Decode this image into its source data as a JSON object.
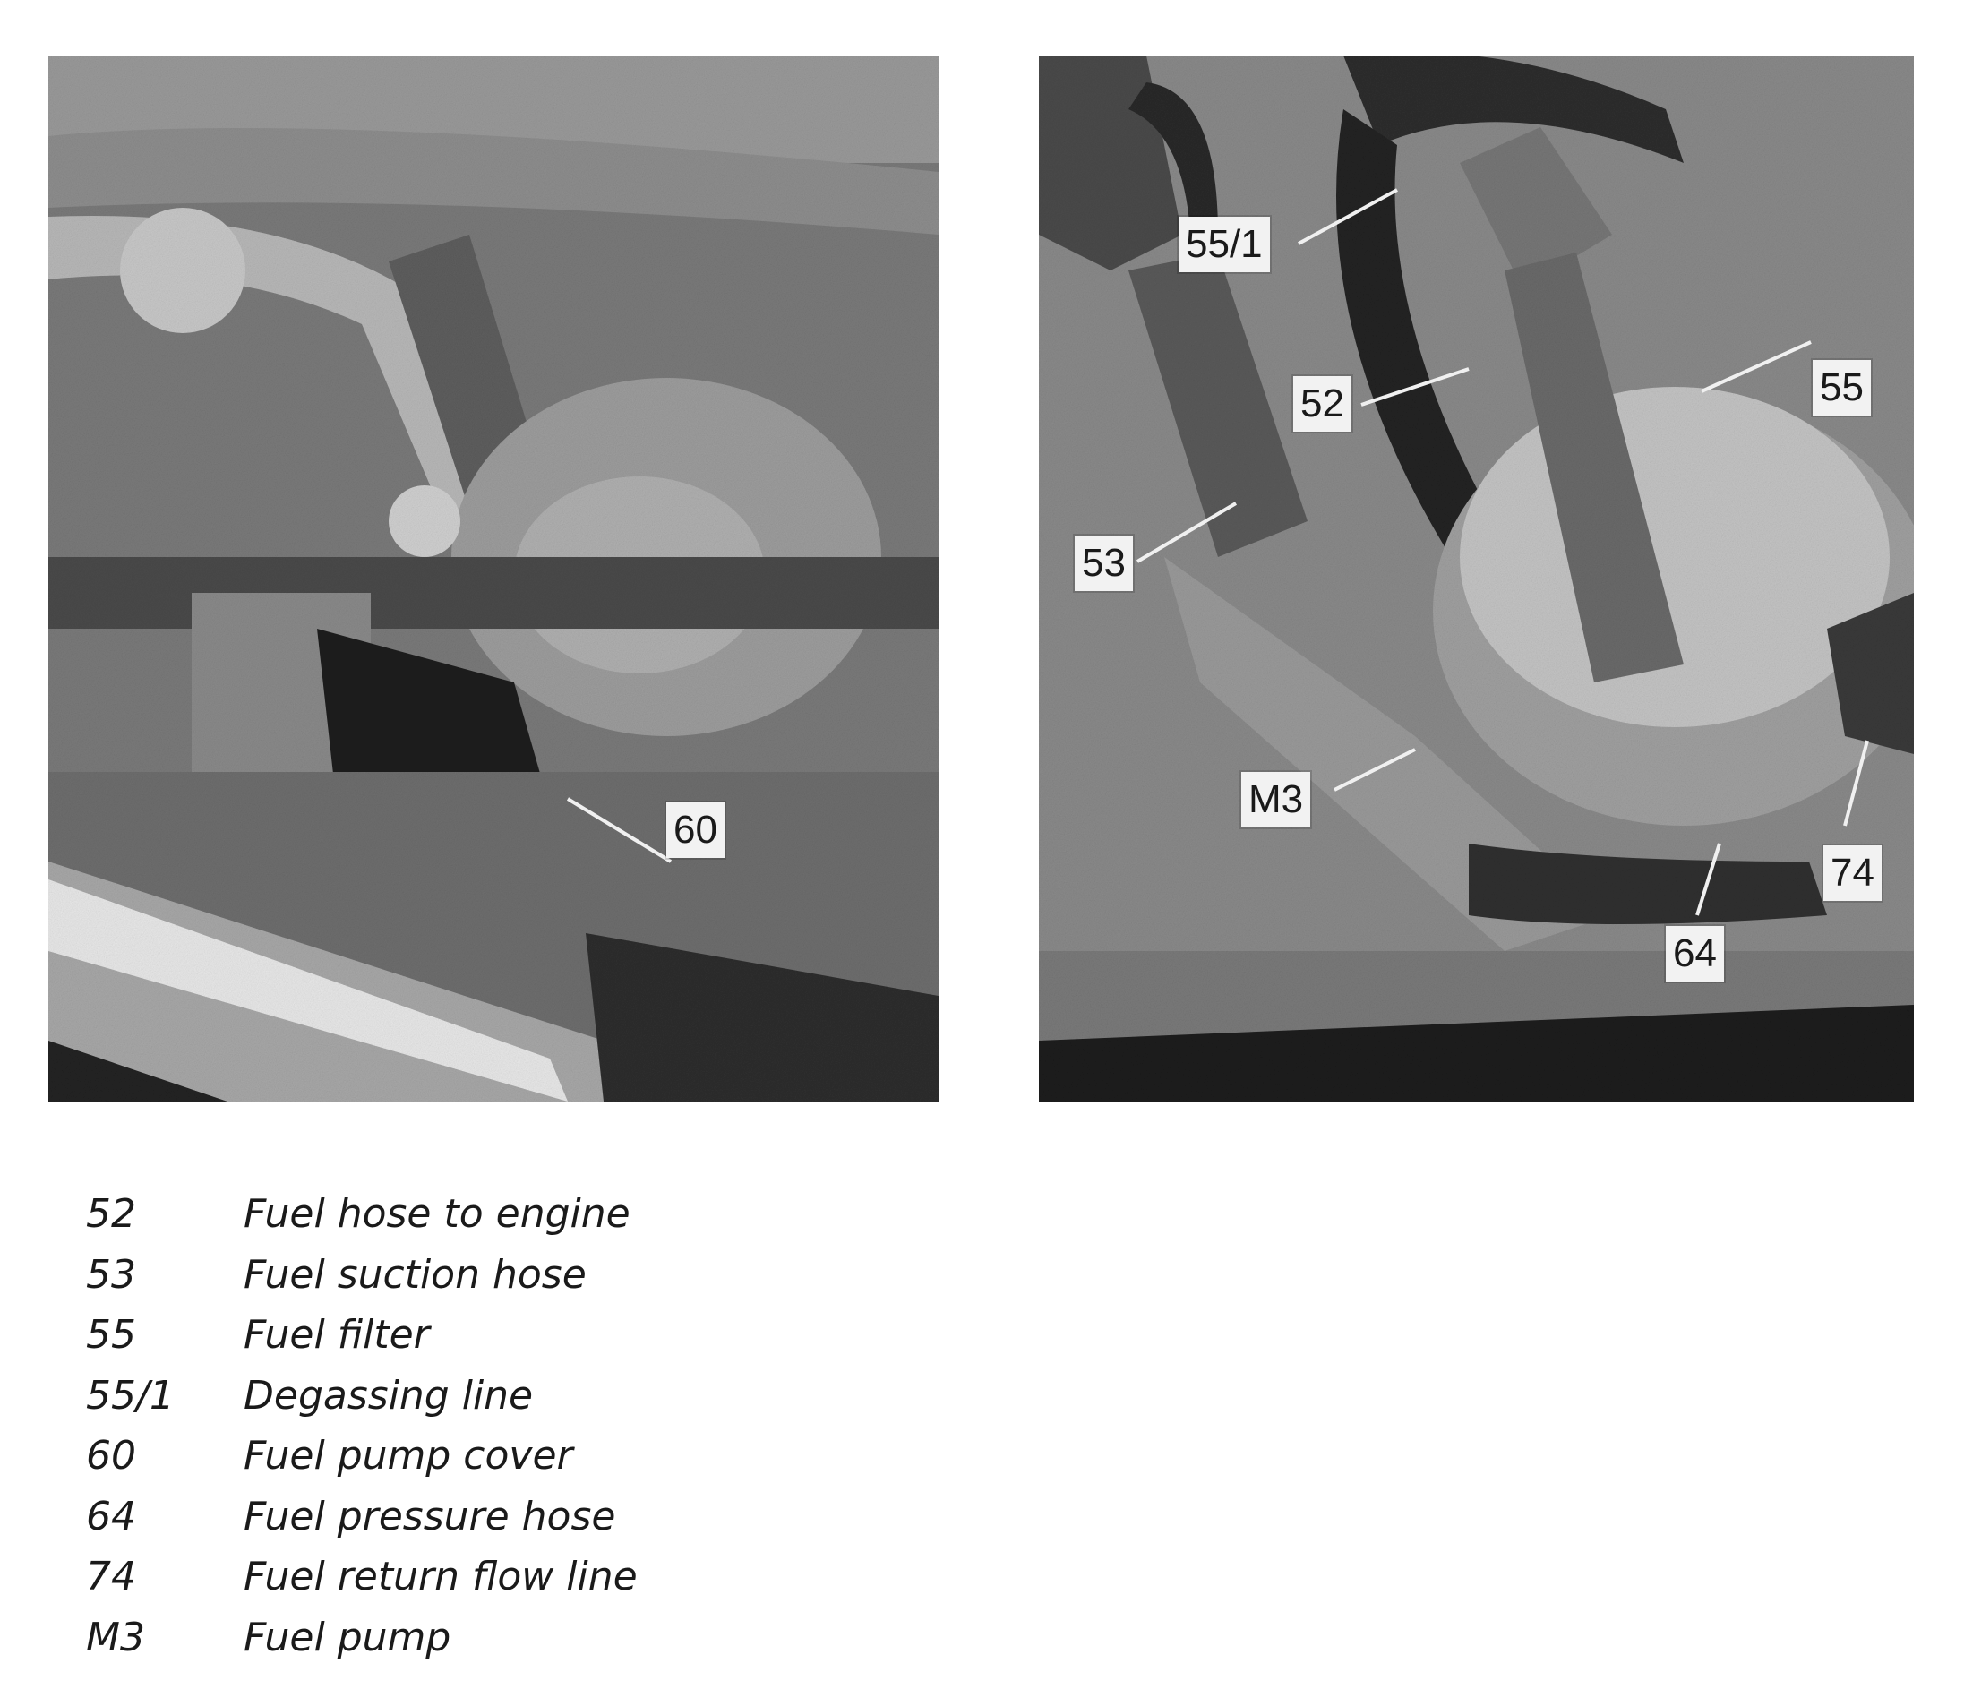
{
  "photos": {
    "left": {
      "callouts": [
        "60"
      ]
    },
    "right": {
      "callouts": [
        "55/1",
        "52",
        "55",
        "53",
        "M3",
        "74",
        "64"
      ]
    }
  },
  "legend": [
    {
      "code": "52",
      "description": "Fuel hose to engine"
    },
    {
      "code": "53",
      "description": "Fuel suction hose"
    },
    {
      "code": "55",
      "description": "Fuel filter"
    },
    {
      "code": "55/1",
      "description": "Degassing line"
    },
    {
      "code": "60",
      "description": "Fuel pump cover"
    },
    {
      "code": "64",
      "description": "Fuel pressure hose"
    },
    {
      "code": "74",
      "description": "Fuel return flow line"
    },
    {
      "code": "M3",
      "description": "Fuel pump"
    }
  ]
}
